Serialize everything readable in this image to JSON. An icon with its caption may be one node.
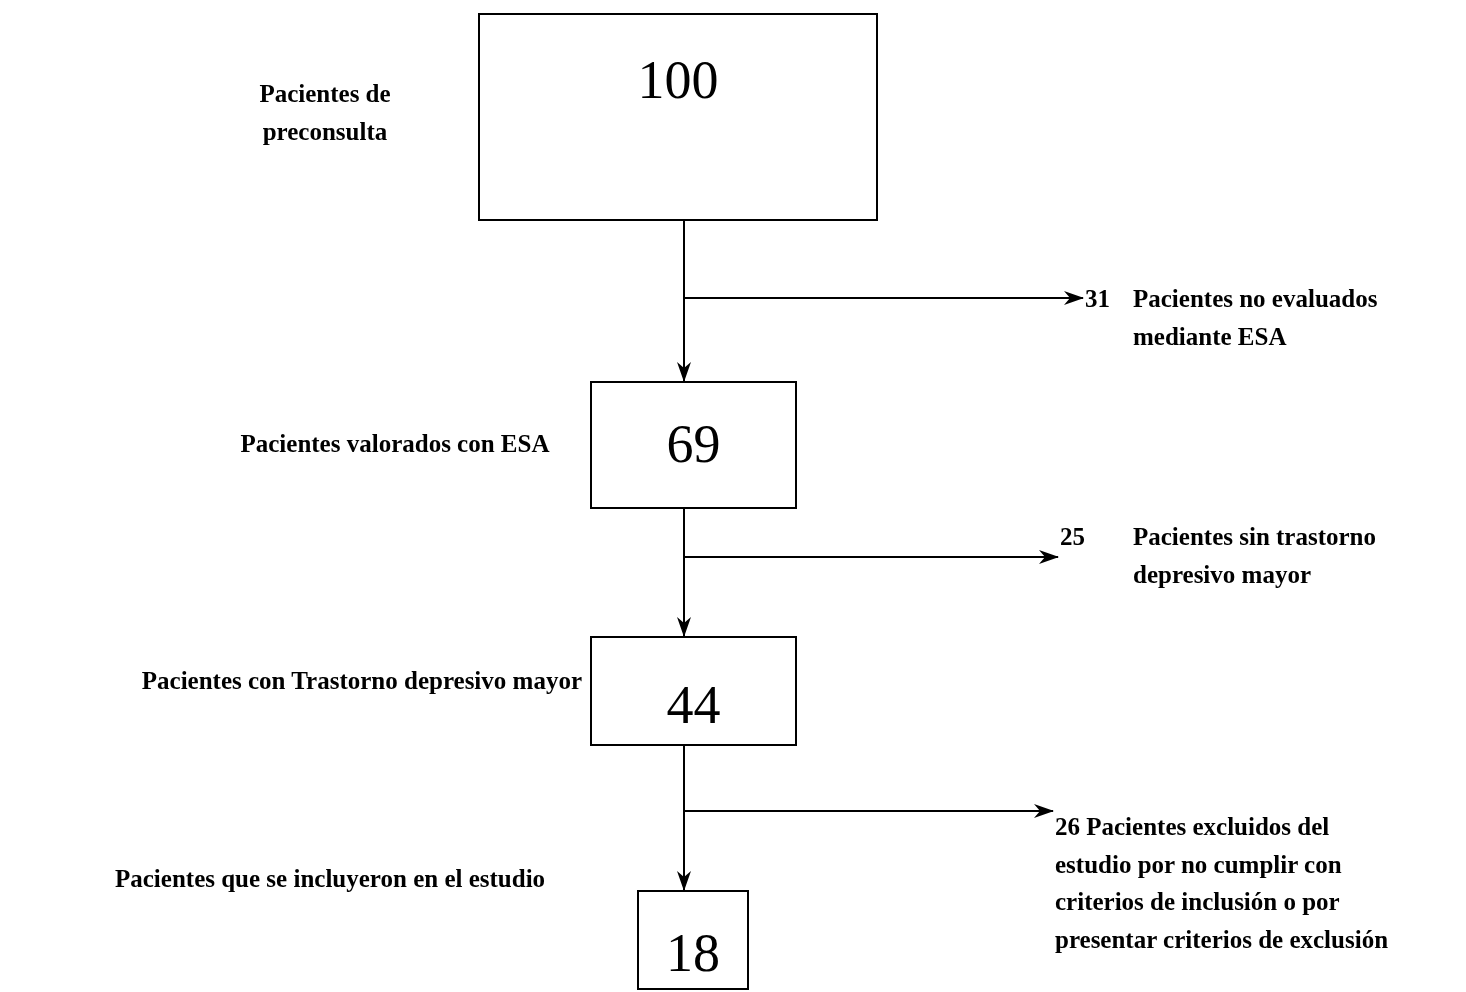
{
  "diagram": {
    "nodes": [
      {
        "text": [
          "100"
        ],
        "beside": [
          "Pacientes de preconsulta"
        ]
      },
      {
        "text": [
          "69"
        ],
        "beside": [
          "Pacientes valorados con ESA"
        ]
      },
      {
        "text": [
          "44"
        ],
        "beside": [
          "Pacientes con Trastorno depresivo mayor"
        ]
      },
      {
        "text": [
          "18"
        ],
        "beside": [
          "Pacientes que se incluyeron en el estudio"
        ]
      },
      {
        "text": [
          "31",
          "Pacientes no evaluados mediante ESA"
        ]
      },
      {
        "text": [
          "25",
          "Pacientes sin trastorno depresivo mayor"
        ]
      },
      {
        "text": [
          "26 Pacientes excluidos del estudio por no cumplir con criterios de inclusión o por presentar criterios de exclusión"
        ]
      }
    ],
    "edges": [
      {
        "from": 0,
        "to": 1,
        "arrow": "to"
      },
      {
        "from": 0,
        "to": 4,
        "arrow": "to"
      },
      {
        "from": 1,
        "to": 2,
        "arrow": "to"
      },
      {
        "from": 1,
        "to": 5,
        "arrow": "to"
      },
      {
        "from": 2,
        "to": 3,
        "arrow": "to"
      },
      {
        "from": 2,
        "to": 6,
        "arrow": "to"
      }
    ]
  }
}
